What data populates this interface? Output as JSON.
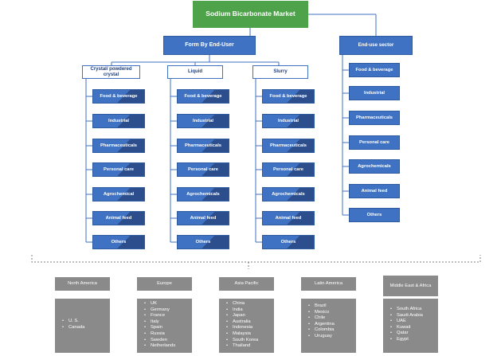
{
  "diagram": {
    "title": "Sodium Bicarbonate Market",
    "form_by_end_user": {
      "label": "Form By End-User",
      "categories": [
        {
          "label": "Crystal/ powdered crystal",
          "items": [
            "Food & beverage",
            "Industrial",
            "Pharmaceuticals",
            "Personal care",
            "Agrochemical",
            "Animal feed",
            "Others"
          ]
        },
        {
          "label": "Liquid",
          "items": [
            "Food & beverage",
            "Industrial",
            "Pharmaceuticals",
            "Personal care",
            "Agrochemicals",
            "Animal feed",
            "Others"
          ]
        },
        {
          "label": "Slurry",
          "items": [
            "Food & beverage",
            "Industrial",
            "Pharmaceuticals",
            "Personal care",
            "Agrochemicals",
            "Animal feed",
            "Others"
          ]
        }
      ]
    },
    "end_use_sector": {
      "label": "End-use sector",
      "items": [
        "Food & beverage",
        "Industrial",
        "Pharmaceuticals",
        "Personal care",
        "Agrochemicals",
        "Animal feed",
        "Others"
      ]
    },
    "regions": [
      {
        "name": "North America",
        "countries": [
          "U. S.",
          "Canada"
        ]
      },
      {
        "name": "Europe",
        "countries": [
          "UK",
          "Germany",
          "France",
          "Italy",
          "Spain",
          "Russia",
          "Sweden",
          "Netherlands"
        ]
      },
      {
        "name": "Asia Pacific",
        "countries": [
          "China",
          "India",
          "Japan",
          "Australia",
          "Indonesia",
          "Malaysia",
          "South Korea",
          "Thailand"
        ]
      },
      {
        "name": "Latin America",
        "countries": [
          "Brazil",
          "Mexico",
          "Chile",
          "Argentina",
          "Colombia",
          "Uruguay"
        ]
      },
      {
        "name": "Middle East & Africa",
        "countries": [
          "South Africa",
          "Saudi Arabia",
          "UAE",
          "Kuwait",
          "Qatar",
          "Egypt"
        ]
      }
    ]
  }
}
